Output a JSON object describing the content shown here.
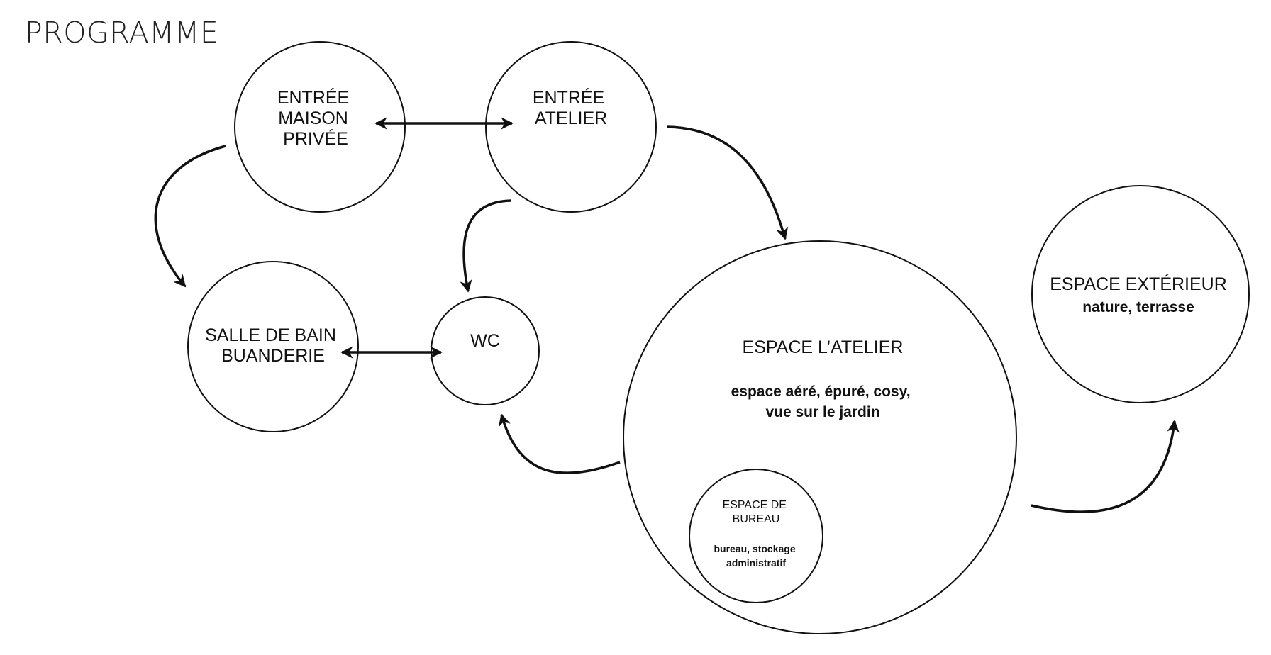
{
  "title": "PROGRAMME",
  "rooms": {
    "entree_maison": {
      "lines": [
        "ENTRÉE",
        "MAISON",
        "PRIVÉE"
      ]
    },
    "entree_atelier": {
      "lines": [
        "ENTRÉE",
        "ATELIER"
      ]
    },
    "salle_de_bain": {
      "lines": [
        "SALLE DE BAIN",
        "BUANDERIE"
      ]
    },
    "wc": {
      "lines": [
        "WC"
      ]
    },
    "espace_atelier": {
      "title": "ESPACE L’ATELIER",
      "sub": [
        "espace aéré, épuré, cosy,",
        "vue sur le jardin"
      ]
    },
    "espace_bureau": {
      "title": [
        "ESPACE DE",
        "BUREAU"
      ],
      "sub": [
        "bureau, stockage",
        "administratif"
      ]
    },
    "espace_exterieur": {
      "title": "ESPACE EXTÉRIEUR",
      "sub": "nature, terrasse"
    }
  }
}
